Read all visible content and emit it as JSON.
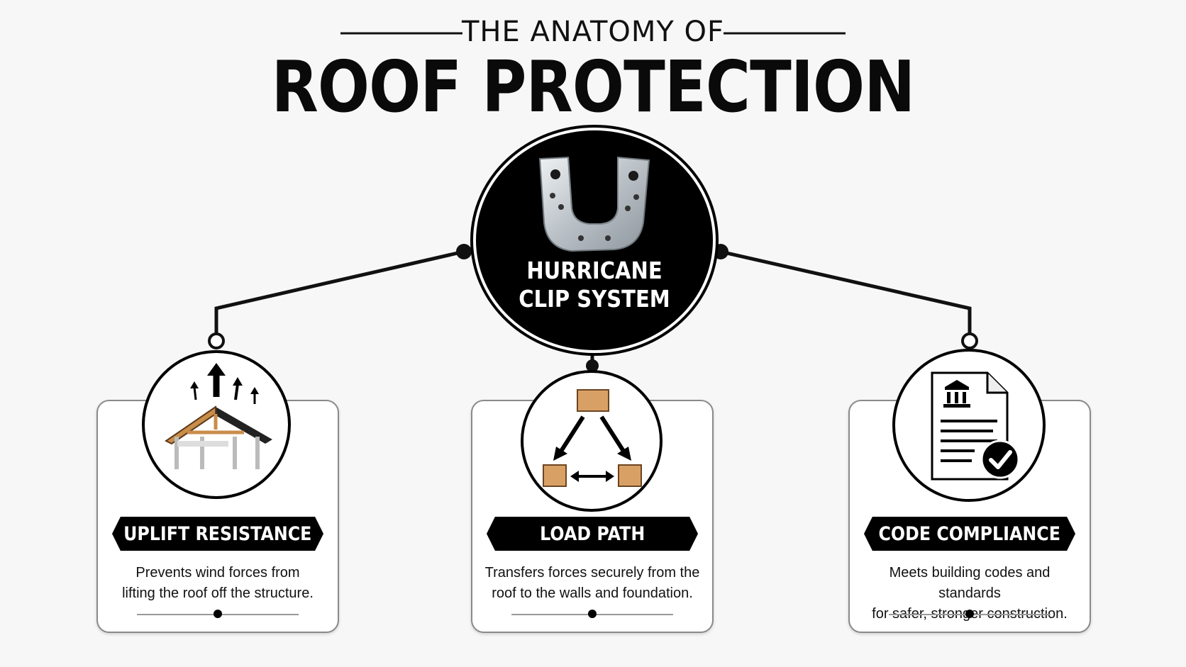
{
  "header": {
    "kicker": "THE ANATOMY OF",
    "title": "ROOF PROTECTION"
  },
  "hub": {
    "line1": "HURRICANE",
    "line2": "CLIP SYSTEM",
    "icon": "hurricane-clip-icon"
  },
  "cards": [
    {
      "title": "UPLIFT RESISTANCE",
      "desc_line1": "Prevents wind forces from",
      "desc_line2": "lifting the roof off the structure.",
      "icon": "roof-uplift-icon"
    },
    {
      "title": "LOAD PATH",
      "desc_line1": "Transfers forces securely from the",
      "desc_line2": "roof to the walls and foundation.",
      "icon": "load-path-icon"
    },
    {
      "title": "CODE COMPLIANCE",
      "desc_line1": "Meets building codes and standards",
      "desc_line2": "for safer, stronger construction.",
      "icon": "code-document-icon"
    }
  ],
  "colors": {
    "ink": "#000000",
    "background": "#f7f7f7",
    "wood": "#c98d4a",
    "metal": "#c9ced3"
  }
}
